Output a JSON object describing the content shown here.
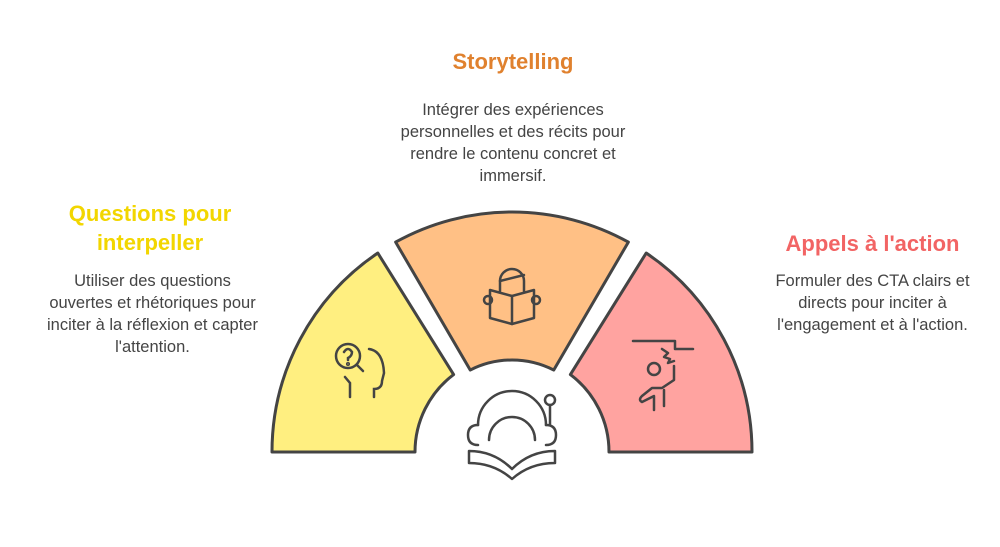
{
  "sections": [
    {
      "title": "Questions pour interpeller",
      "description": "Utiliser des questions ouvertes et rhétoriques pour inciter à la réflexion et capter l'attention.",
      "color": "#FFEF80",
      "title_color": "#F2D600",
      "icon": "question-head-icon"
    },
    {
      "title": "Storytelling",
      "description": "Intégrer des expériences personnelles et des récits pour rendre le contenu concret et immersif.",
      "color": "#FFC085",
      "title_color": "#E0812E",
      "icon": "reading-person-icon"
    },
    {
      "title": "Appels à l'action",
      "description": "Formuler des CTA clairs et directs pour inciter à l'engagement et à l'action.",
      "color": "#FFA3A0",
      "title_color": "#F26464",
      "icon": "breaking-barrier-icon"
    }
  ],
  "center_icon": "education-astronaut-book-icon"
}
